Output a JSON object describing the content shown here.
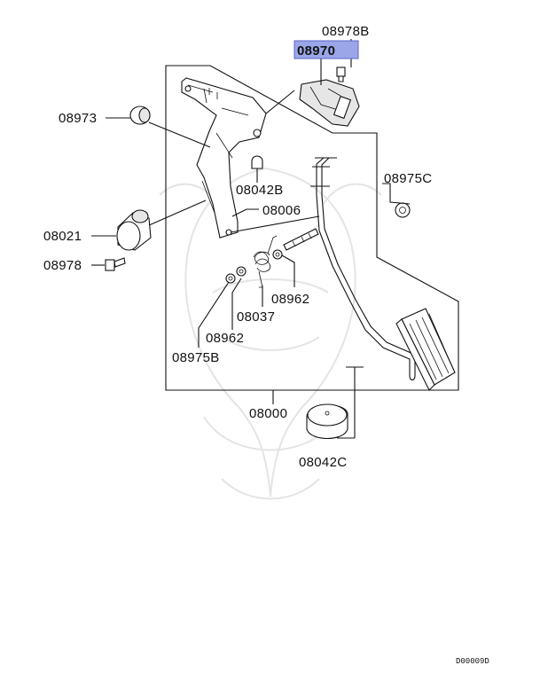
{
  "highlight_color": "#9aa6e8",
  "callouts": {
    "c08978B": "08978B",
    "c08970": "08970",
    "c08973": "08973",
    "c08042B": "08042B",
    "c08975C": "08975C",
    "c08006": "08006",
    "c08021": "08021",
    "c08978": "08978",
    "c08962a": "08962",
    "c08037": "08037",
    "c08962b": "08962",
    "c08975B": "08975B",
    "c08000": "08000",
    "c08042C": "08042C"
  },
  "diagram_code": "D00009D"
}
